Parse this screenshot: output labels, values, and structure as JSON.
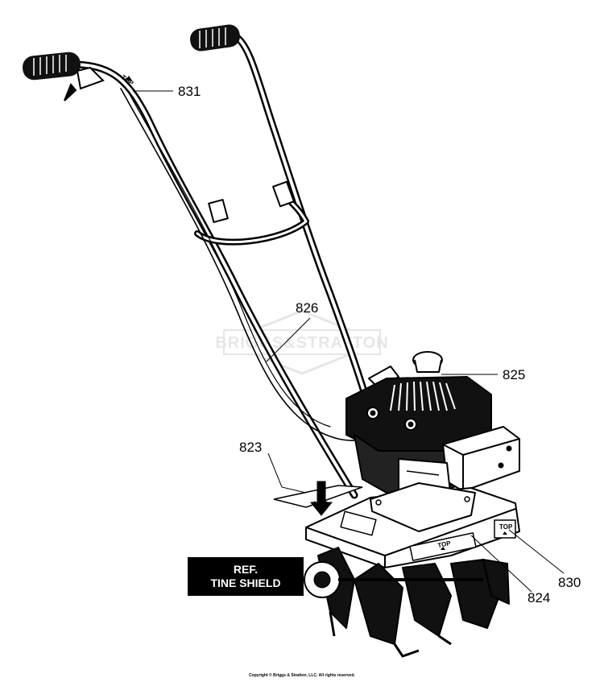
{
  "watermark": "BRIGGS&STRATTON",
  "callouts": {
    "p831": "831",
    "p826": "826",
    "p825": "825",
    "p823": "823",
    "p824": "824",
    "p830": "830"
  },
  "decal_text": {
    "top_831": "TOP",
    "top_824": "TOP",
    "top_830": "TOP"
  },
  "ref_box": {
    "line1": "REF.",
    "line2": "TINE SHIELD"
  },
  "copyright": "Copyright © Briggs & Stratton, LLC. All rights reserved."
}
